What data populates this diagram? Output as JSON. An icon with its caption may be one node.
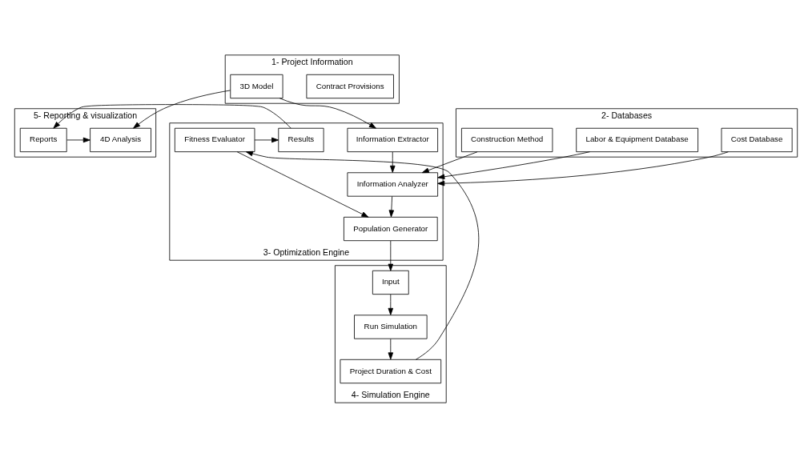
{
  "diagram": {
    "nodes": [
      {
        "text": [
          "1- Project Information"
        ]
      },
      {
        "text": [
          "Contract Provisions"
        ],
        "in": 0
      },
      {
        "text": [
          "3D Model"
        ],
        "in": 0
      },
      {
        "text": [
          "5- Reporting & visualization"
        ]
      },
      {
        "text": [
          "4D Analysis"
        ],
        "in": 3
      },
      {
        "text": [
          "Reports"
        ],
        "in": 3
      },
      {
        "text": [
          "2- Databases"
        ]
      },
      {
        "text": [
          "Cost Database"
        ],
        "in": 6
      },
      {
        "text": [
          "Labor & Equipment Database"
        ],
        "in": 6
      },
      {
        "text": [
          "Construction Method"
        ],
        "in": 6
      },
      {
        "text": [
          "3- Optimization Engine"
        ]
      },
      {
        "text": [
          "Information Extractor"
        ],
        "in": 10
      },
      {
        "text": [
          "Results"
        ],
        "in": 10
      },
      {
        "text": [
          "Information Analyzer"
        ],
        "in": 10
      },
      {
        "text": [
          "Population Generator"
        ],
        "in": 10
      },
      {
        "text": [
          "Fitness Evaluator"
        ],
        "in": 10
      },
      {
        "text": [
          "4- Simulation Engine"
        ]
      },
      {
        "text": [
          "Input"
        ],
        "in": 16
      },
      {
        "text": [
          "Run Simulation"
        ],
        "in": 16
      },
      {
        "text": [
          "Project Duration & Cost"
        ],
        "in": 16
      }
    ],
    "edges": [
      {
        "from": 2,
        "to": 4,
        "arrow": "to"
      },
      {
        "from": 5,
        "to": 4,
        "arrow": "to"
      },
      {
        "from": 2,
        "to": 11,
        "arrow": "to"
      },
      {
        "from": 7,
        "to": 13,
        "arrow": "to"
      },
      {
        "from": 8,
        "to": 13,
        "arrow": "to"
      },
      {
        "from": 9,
        "to": 13,
        "arrow": "to"
      },
      {
        "from": 11,
        "to": 13,
        "arrow": "to"
      },
      {
        "from": 13,
        "to": 14,
        "arrow": "to"
      },
      {
        "from": 15,
        "to": 14,
        "arrow": "to"
      },
      {
        "from": 15,
        "to": 12,
        "arrow": "to"
      },
      {
        "from": 12,
        "to": 5,
        "arrow": "to"
      },
      {
        "from": 14,
        "to": 17,
        "arrow": "to"
      },
      {
        "from": 17,
        "to": 18,
        "arrow": "to"
      },
      {
        "from": 18,
        "to": 19,
        "arrow": "to"
      },
      {
        "from": 19,
        "to": 15,
        "arrow": "to"
      }
    ]
  }
}
